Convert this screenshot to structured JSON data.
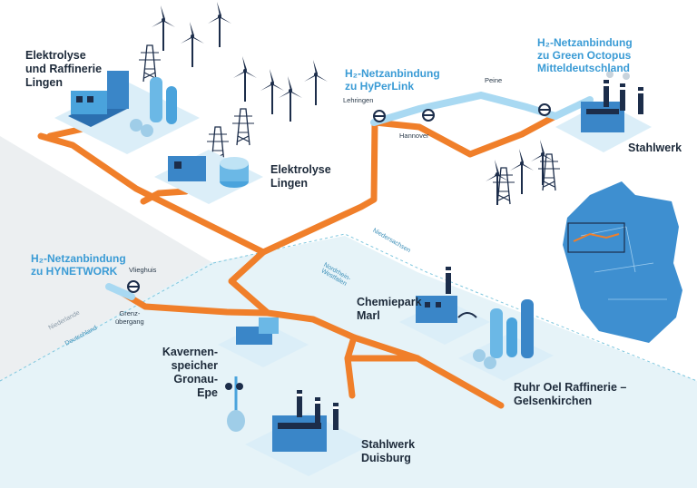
{
  "labels": {
    "elektrolyse_raffinerie_lingen": [
      "Elektrolyse",
      "und Raffinerie",
      "Lingen"
    ],
    "elektrolyse_lingen": [
      "Elektrolyse",
      "Lingen"
    ],
    "hyperlink": [
      "H₂-Netzanbindung",
      "zu HyPerLink"
    ],
    "green_octopus": [
      "H₂-Netzanbindung",
      "zu Green Octopus",
      "Mitteldeutschland"
    ],
    "stahlwerk": "Stahlwerk",
    "hynetwork": [
      "H₂-Netzanbindung",
      "zu HYNETWORK"
    ],
    "chemiepark_marl": [
      "Chemiepark",
      "Marl"
    ],
    "kavernenspeicher": [
      "Kavernen-",
      "speicher",
      "Gronau-Epe"
    ],
    "ruhr_oel": [
      "Ruhr Oel Raffinerie –",
      "Gelsenkirchen"
    ],
    "stahlwerk_duisburg": [
      "Stahlwerk",
      "Duisburg"
    ]
  },
  "places": {
    "lehringen": "Lehringen",
    "hannover": "Hannover",
    "peine": "Peine",
    "vlieghuis": "Vlieghuis",
    "grenzuebergang": [
      "Grenz-",
      "übergang"
    ]
  },
  "regions": {
    "niedersachsen": "Niedersachsen",
    "nrw": [
      "Nordrhein-",
      "Westfalen"
    ],
    "niederlande": "Niederlande",
    "deutschland": "Deutschland"
  },
  "colors": {
    "pipeline": "#f07f2a",
    "blue_pipe": "#a9d9f2",
    "accent": "#3a9bd5",
    "map": "#3e8fd0",
    "land_tint": "#e6f3f8",
    "text": "#1d2a3a"
  }
}
